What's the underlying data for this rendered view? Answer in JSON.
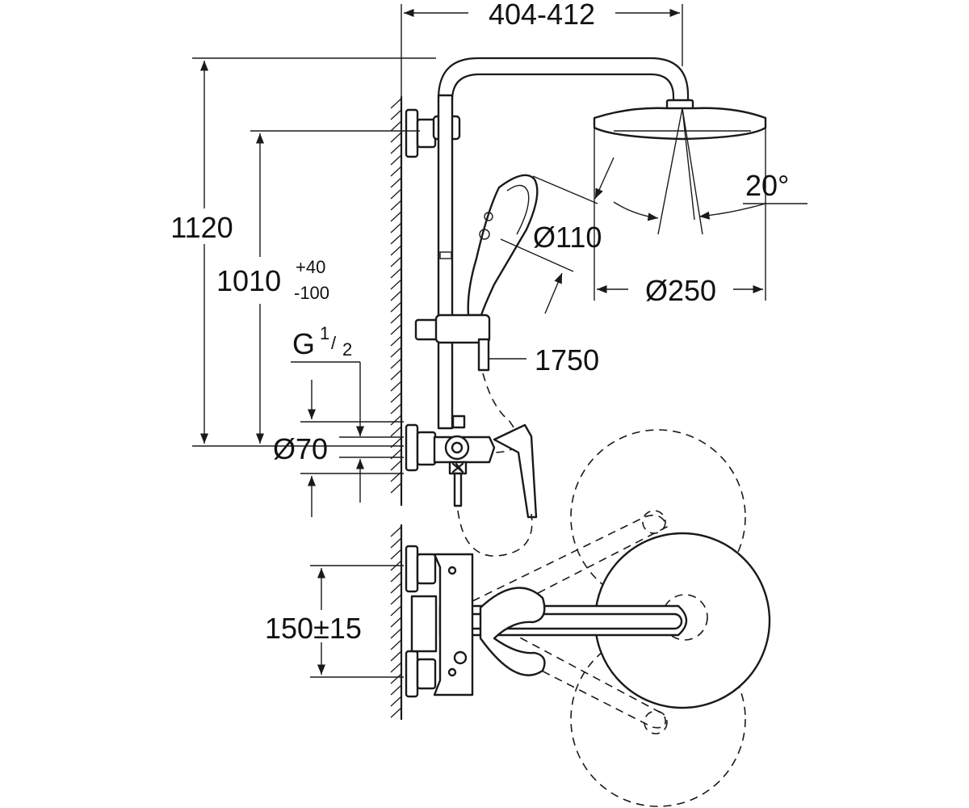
{
  "dimensions": {
    "top_width": "404-412",
    "total_height": "1120",
    "rail_height_main": "1010",
    "rail_height_plus": "+40",
    "rail_height_minus": "-100",
    "thread_letter": "G",
    "thread_num": "1",
    "thread_slash": "/",
    "thread_den": "2",
    "rosette_diameter": "Ø70",
    "hand_shower_diameter": "Ø110",
    "head_shower_diameter": "Ø250",
    "tilt_angle": "20°",
    "hose_length": "1750",
    "inlet_spacing": "150±15"
  }
}
